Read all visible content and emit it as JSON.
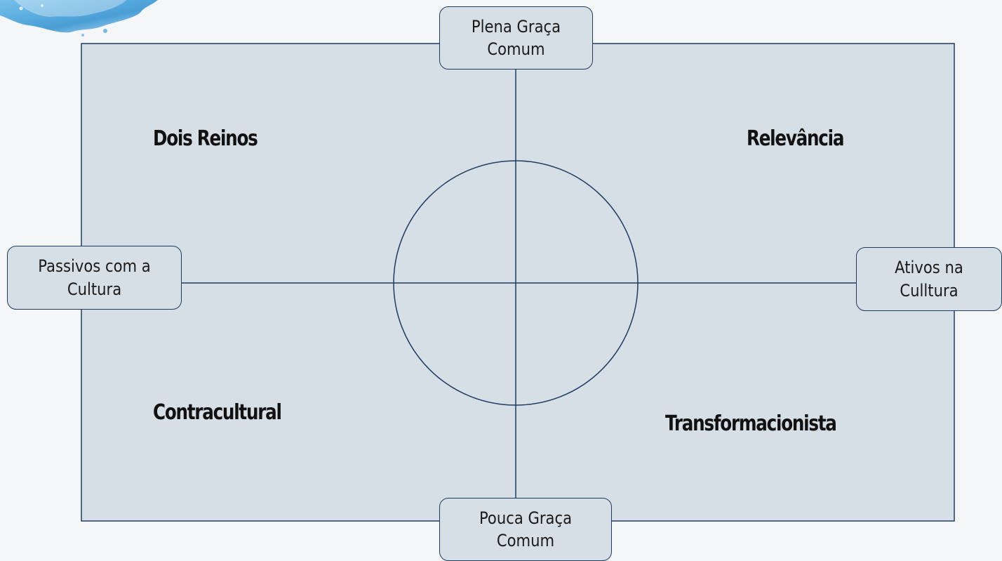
{
  "diagram": {
    "quadrants": {
      "top_left": "Dois Reinos",
      "top_right": "Relevância",
      "bottom_left": "Contracultural",
      "bottom_right": "Transformacionista"
    },
    "axes": {
      "top": "Plena Graça Comum",
      "bottom": "Pouca Graça Comum",
      "left": "Passivos com a Cultura",
      "right": "Ativos na Culltura"
    },
    "colors": {
      "panel_fill": "#d7dfe6",
      "line": "#1f3b63",
      "page_background": "#f4f6f8",
      "splash": "#2b8fd0"
    }
  }
}
